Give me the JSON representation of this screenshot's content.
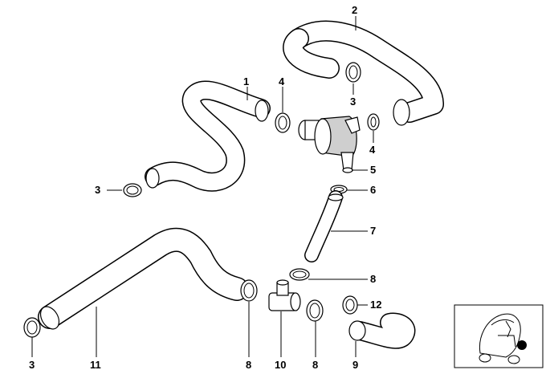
{
  "callouts": [
    {
      "id": "c1",
      "label": "1"
    },
    {
      "id": "c2",
      "label": "2"
    },
    {
      "id": "c3a",
      "label": "3"
    },
    {
      "id": "c3b",
      "label": "3"
    },
    {
      "id": "c3c",
      "label": "3"
    },
    {
      "id": "c4a",
      "label": "4"
    },
    {
      "id": "c4b",
      "label": "4"
    },
    {
      "id": "c5",
      "label": "5"
    },
    {
      "id": "c6",
      "label": "6"
    },
    {
      "id": "c7",
      "label": "7"
    },
    {
      "id": "c8a",
      "label": "8"
    },
    {
      "id": "c8b",
      "label": "8"
    },
    {
      "id": "c8c",
      "label": "8"
    },
    {
      "id": "c9",
      "label": "9"
    },
    {
      "id": "c10",
      "label": "10"
    },
    {
      "id": "c11",
      "label": "11"
    },
    {
      "id": "c12",
      "label": "12"
    }
  ]
}
